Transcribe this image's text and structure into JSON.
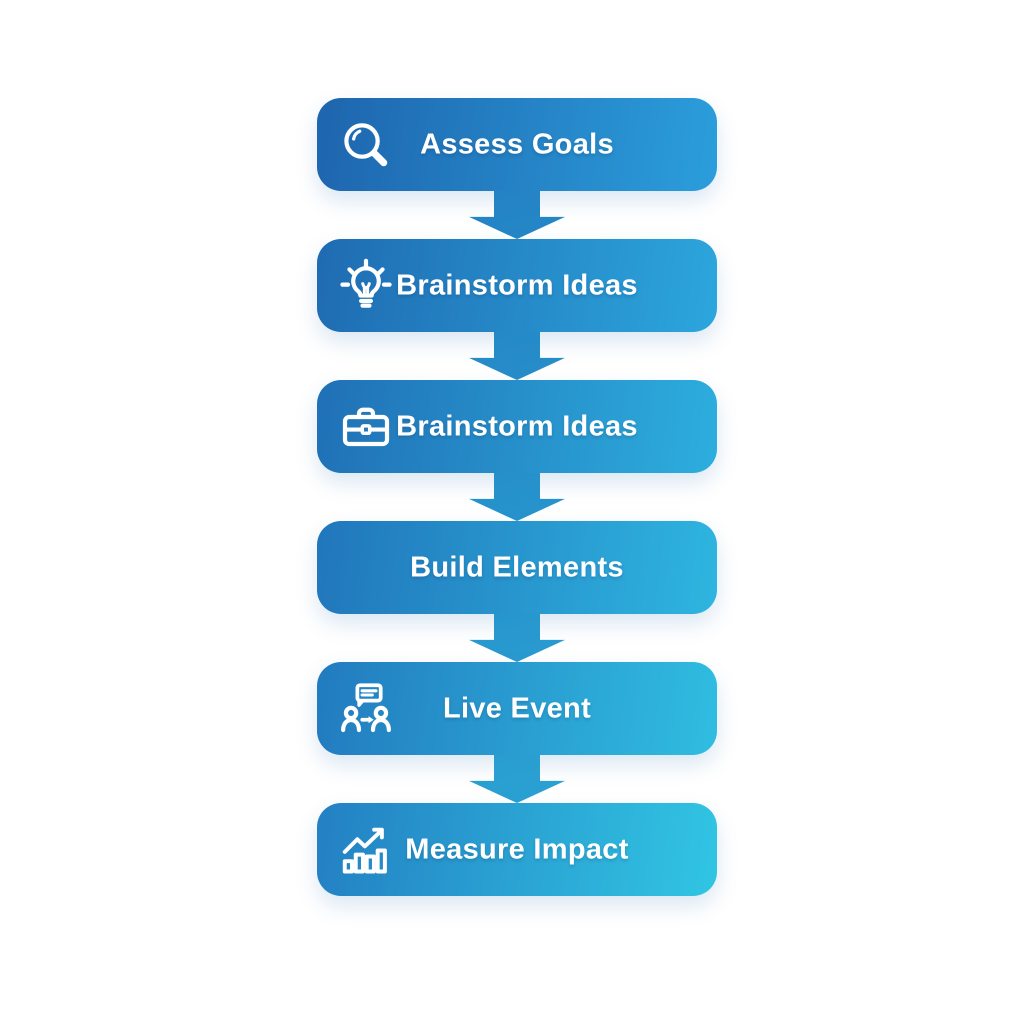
{
  "diagram": {
    "type": "vertical-process-flow",
    "steps": [
      {
        "label": "Assess Goals",
        "icon": "magnifier",
        "gradient_from": "#1E65AE",
        "gradient_to": "#2B9EDB"
      },
      {
        "label": "Brainstorm Ideas",
        "icon": "lightbulb",
        "gradient_from": "#1F6BB2",
        "gradient_to": "#2CA6DD"
      },
      {
        "label": "Brainstorm Ideas",
        "icon": "briefcase",
        "gradient_from": "#2070B6",
        "gradient_to": "#2DAEDE"
      },
      {
        "label": "Build Elements",
        "icon": null,
        "gradient_from": "#2176BB",
        "gradient_to": "#2EB5E0"
      },
      {
        "label": "Live Event",
        "icon": "people-exchange",
        "gradient_from": "#227BBF",
        "gradient_to": "#30BDE1"
      },
      {
        "label": "Measure Impact",
        "icon": "bar-chart-trend",
        "gradient_from": "#2380C3",
        "gradient_to": "#31C5E3"
      }
    ],
    "connectors": [
      {
        "direction": "down",
        "gradient_from": "#2482C4",
        "gradient_to": "#2588C7"
      },
      {
        "direction": "down",
        "gradient_from": "#2588C7",
        "gradient_to": "#268FCA"
      },
      {
        "direction": "down",
        "gradient_from": "#268FCA",
        "gradient_to": "#2795CD"
      },
      {
        "direction": "down",
        "gradient_from": "#2795CD",
        "gradient_to": "#299CD0"
      },
      {
        "direction": "down",
        "gradient_from": "#299CD0",
        "gradient_to": "#2AA2D3"
      }
    ],
    "palette": {
      "text": "#FFFFFF",
      "background": "#FFFFFF",
      "accent_dark": "#1E65AE",
      "accent_light": "#31C5E3"
    }
  }
}
